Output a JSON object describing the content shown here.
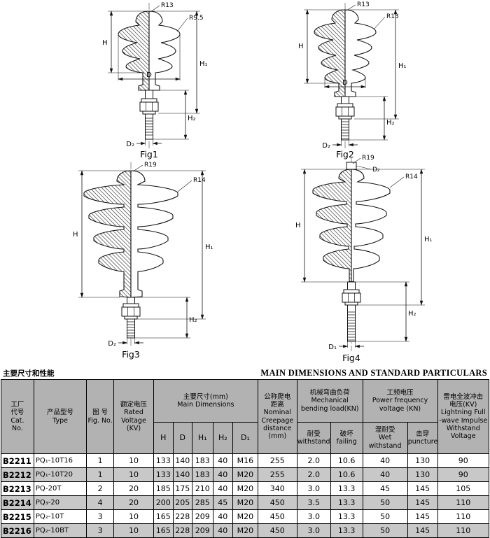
{
  "page": {
    "caption_left": "主要尺寸和性能",
    "caption_right": "MAIN DIMENSIONS AND STANDARD PARTICULARS"
  },
  "figures": [
    {
      "name": "Fig1",
      "r_top": "R13",
      "r_side": "R9.5",
      "h": "H",
      "d": "D",
      "h1": "H₁",
      "h2": "H₂",
      "pin": "D₂"
    },
    {
      "name": "Fig2",
      "r_top": "R13",
      "r_side": "R13",
      "h": "H",
      "d": "D",
      "h1": "H₁",
      "h2": "H₂",
      "pin": "D₂"
    },
    {
      "name": "Fig3",
      "r_top": "R19",
      "r_side": "R14",
      "h": "H",
      "h1": "H₁",
      "h2": "H₂",
      "pin": "D₂"
    },
    {
      "name": "Fig4",
      "r_top": "R19",
      "r_side": "R14",
      "d_top": "D₂",
      "h": "H",
      "h1": "H₁",
      "h2": "H₂",
      "pin": "D₁"
    }
  ],
  "table": {
    "header": {
      "cat": "工厂\n代号\nCat.\nNo.",
      "type": "产品型号\nType",
      "fig": "图 号\nFig. No.",
      "rated": "额定电压\nRated\nVoltage\n(KV)",
      "main_dims": "主要尺寸(mm)\nMain Dimensions",
      "h": "H",
      "d": "D",
      "h1": "H₁",
      "h2": "H₂",
      "d1": "D₁",
      "creepage": "公称爬电\n距离\nNominal\nCreepage\ndistance\n(mm)",
      "mech": "机械弯曲负荷\nMechanical\nbending load(KN)",
      "mech_withstand": "耐受\nwithstand",
      "mech_failing": "破坏\nfailing",
      "freq": "工频电压\nPower frequency\nvoltage (KN)",
      "freq_wet": "湿耐受\nWet withstand",
      "freq_puncture": "击穿\npuncture",
      "lightning": "雷电全波冲击\n电压(KV)\nLightning Full\n-wave Impulse\nWithstand\nVoltage"
    },
    "rows": [
      [
        "B2211",
        "PQ₁-10T16",
        "1",
        "10",
        "133",
        "140",
        "183",
        "40",
        "M16",
        "255",
        "2.0",
        "10.6",
        "40",
        "130",
        "90"
      ],
      [
        "B2212",
        "PQ₁-10T20",
        "1",
        "10",
        "133",
        "140",
        "183",
        "40",
        "M20",
        "255",
        "2.0",
        "10.6",
        "40",
        "130",
        "90"
      ],
      [
        "B2213",
        "PQ-20T",
        "2",
        "20",
        "185",
        "175",
        "210",
        "40",
        "M20",
        "340",
        "3.0",
        "13.3",
        "45",
        "145",
        "105"
      ],
      [
        "B2214",
        "PQ₃-20",
        "4",
        "20",
        "200",
        "205",
        "285",
        "45",
        "M20",
        "450",
        "3.5",
        "13.3",
        "50",
        "145",
        "110"
      ],
      [
        "B2215",
        "PQ₂-10T",
        "3",
        "10",
        "165",
        "228",
        "209",
        "40",
        "M20",
        "450",
        "3.0",
        "13.3",
        "50",
        "145",
        "110"
      ],
      [
        "B2216",
        "PQ₂-10BT",
        "3",
        "10",
        "165",
        "228",
        "209",
        "40",
        "M20",
        "450",
        "3.0",
        "13.3",
        "50",
        "145",
        "110"
      ]
    ],
    "colors": {
      "header_bg": "#b2b2b2",
      "alt_row_bg": "#c8c8c8",
      "border": "#000000"
    }
  }
}
